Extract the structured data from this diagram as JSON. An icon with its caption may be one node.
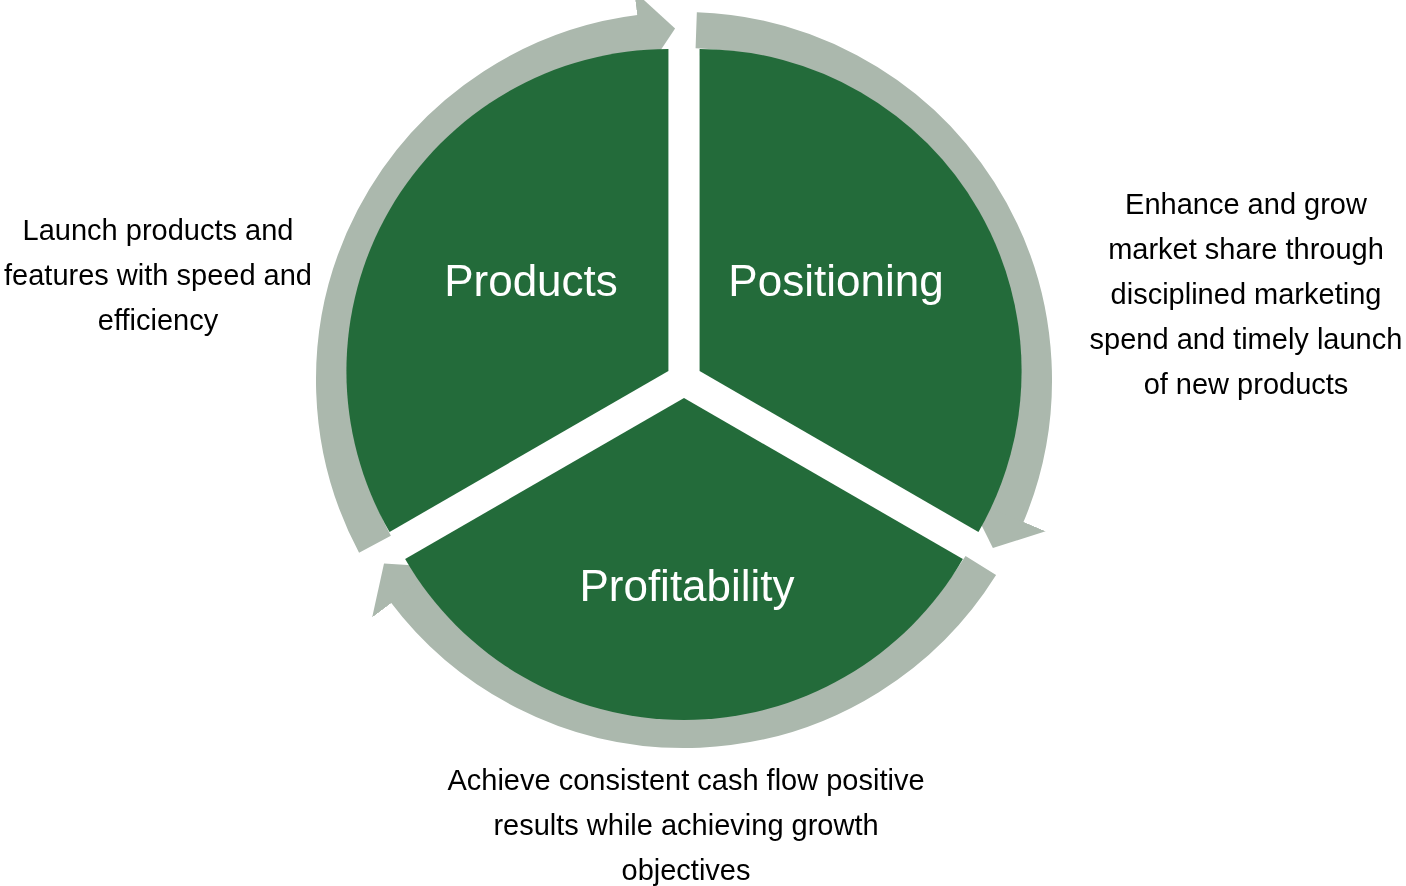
{
  "diagram": {
    "nodes": [
      {
        "text": [
          "Products"
        ],
        "beside": [
          "Launch products and features with speed and efficiency"
        ]
      },
      {
        "text": [
          "Positioning"
        ],
        "beside": [
          "Enhance and grow market share through disciplined marketing spend and timely launch of new products"
        ]
      },
      {
        "text": [
          "Profitability"
        ],
        "beside": [
          "Achieve consistent cash flow positive results while achieving growth objectives"
        ]
      }
    ]
  }
}
